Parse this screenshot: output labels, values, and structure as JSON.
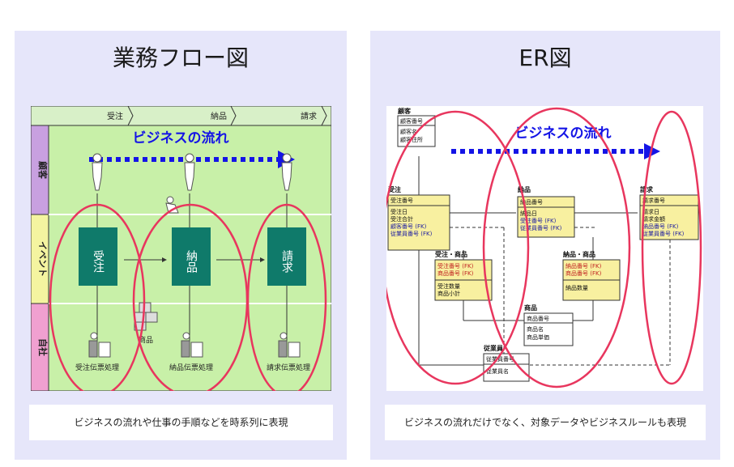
{
  "left": {
    "title": "業務フロー図",
    "caption": "ビジネスの流れや仕事の手順などを時系列に表現",
    "header_steps": [
      "受注",
      "納品",
      "請求"
    ],
    "lanes": [
      "顧客",
      "イベント",
      "自社"
    ],
    "flow_label": "ビジネスの流れ",
    "events": [
      "受注",
      "納品",
      "請求"
    ],
    "item_label": "商品",
    "processes": [
      "受注伝票処理",
      "納品伝票処理",
      "請求伝票処理"
    ]
  },
  "right": {
    "title": "ER図",
    "caption": "ビジネスの流れだけでなく、対象データやビジネスルールも表現",
    "flow_label": "ビジネスの流れ",
    "entities": {
      "customer": {
        "name": "顧客",
        "pk": [
          "顧客番号"
        ],
        "attrs": [
          "顧客名",
          "顧客住所"
        ],
        "fk": []
      },
      "order": {
        "name": "受注",
        "pk": [
          "受注番号"
        ],
        "attrs": [
          "受注日",
          "受注合計"
        ],
        "fk": [
          "顧客番号 (FK)",
          "従業員番号 (FK)"
        ]
      },
      "delivery": {
        "name": "納品",
        "pk": [
          "納品番号"
        ],
        "attrs": [
          "納品日"
        ],
        "fk": [
          "受注番号 (FK)",
          "従業員番号 (FK)"
        ]
      },
      "invoice": {
        "name": "請求",
        "pk": [
          "請求番号"
        ],
        "attrs": [
          "請求日",
          "請求金額"
        ],
        "fk": [
          "納品番号 (FK)",
          "従業員番号 (FK)"
        ]
      },
      "order_item": {
        "name": "受注・商品",
        "pk": [
          "受注番号 (FK)",
          "商品番号 (FK)"
        ],
        "attrs": [
          "受注数量",
          "商品小計"
        ],
        "fk": []
      },
      "delivery_item": {
        "name": "納品・商品",
        "pk": [
          "納品番号 (FK)",
          "商品番号 (FK)"
        ],
        "attrs": [
          "納品数量"
        ],
        "fk": []
      },
      "product": {
        "name": "商品",
        "pk": [
          "商品番号"
        ],
        "attrs": [
          "商品名",
          "商品単価"
        ],
        "fk": []
      },
      "employee": {
        "name": "従業員",
        "pk": [
          "従業員番号"
        ],
        "attrs": [
          "従業員名"
        ],
        "fk": []
      }
    }
  },
  "colors": {
    "panel_bg": "#e6e6fa",
    "flow_bg": "#c8f0a8",
    "event_box": "#0f7a6a",
    "ellipse": "#e8365e",
    "flow_arrow": "#1414e6",
    "lane_customer": "#c8a0e0",
    "lane_event": "#f4f4a0",
    "lane_company": "#f0a0d0",
    "entity_fill": "#f8f0a0"
  }
}
